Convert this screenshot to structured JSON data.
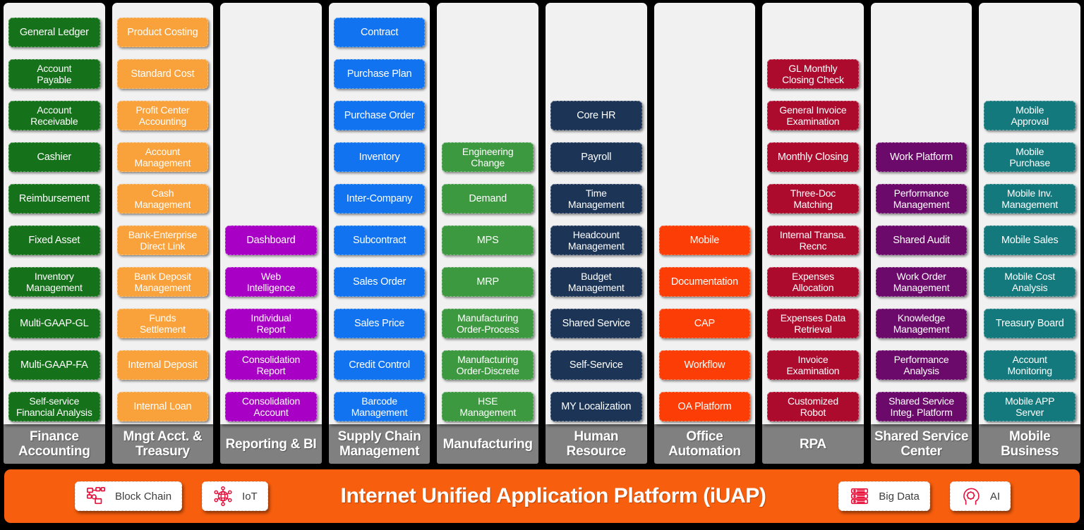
{
  "colors": {
    "finance_green": "#15721a",
    "mngt_orange": "#f9a13a",
    "reporting_purple": "#a800c4",
    "scm_blue": "#1273f0",
    "manufacturing_green": "#3d9940",
    "hr_navy": "#1c3557",
    "oa_red": "#fc3d05",
    "rpa_crimson": "#ad0b2e",
    "ssc_purple": "#6b0a6b",
    "mobile_teal": "#14797c",
    "footer_gray": "#808080",
    "platform_orange": "#f75e0d",
    "icon_red": "#e8113c"
  },
  "columns": [
    {
      "key": "finance-accounting",
      "footer": "Finance\nAccounting",
      "color": "#15721a",
      "items": [
        "General Ledger",
        "Account\nPayable",
        "Account\nReceivable",
        "Cashier",
        "Reimbursement",
        "Fixed Asset",
        "Inventory\nManagement",
        "Multi-GAAP-GL",
        "Multi-GAAP-FA",
        "Self-service\nFinancial Analysis"
      ]
    },
    {
      "key": "mngt-acct-treasury",
      "footer": "Mngt Acct. &\nTreasury",
      "color": "#f9a13a",
      "items": [
        "Product Costing",
        "Standard Cost",
        "Profit Center\nAccounting",
        "Account\nManagement",
        "Cash\nManagement",
        "Bank-Enterprise\nDirect Link",
        "Bank Deposit\nManagement",
        "Funds\nSettlement",
        "Internal Deposit",
        "Internal Loan"
      ]
    },
    {
      "key": "reporting-bi",
      "footer": "Reporting\n& BI",
      "color": "#a800c4",
      "items": [
        "Dashboard",
        "Web\nIntelligence",
        "Individual\nReport",
        "Consolidation\nReport",
        "Consolidation\nAccount"
      ]
    },
    {
      "key": "supply-chain-management",
      "footer": "Supply Chain\nManagement",
      "color": "#1273f0",
      "items": [
        "Contract",
        "Purchase Plan",
        "Purchase Order",
        "Inventory",
        "Inter-Company",
        "Subcontract",
        "Sales Order",
        "Sales Price",
        "Credit Control",
        "Barcode\nManagement"
      ]
    },
    {
      "key": "manufacturing",
      "footer": "Manufacturing",
      "color": "#3d9940",
      "items": [
        "Engineering\nChange",
        "Demand",
        "MPS",
        "MRP",
        "Manufacturing\nOrder-Process",
        "Manufacturing\nOrder-Discrete",
        "HSE\nManagement"
      ]
    },
    {
      "key": "human-resource",
      "footer": "Human\nResource",
      "color": "#1c3557",
      "items": [
        "Core HR",
        "Payroll",
        "Time\nManagement",
        "Headcount\nManagement",
        "Budget\nManagement",
        "Shared Service",
        "Self-Service",
        "MY Localization"
      ]
    },
    {
      "key": "office-automation",
      "footer": "Office\nAutomation",
      "color": "#fc3d05",
      "items": [
        "Mobile",
        "Documentation",
        "CAP",
        "Workflow",
        "OA Platform"
      ]
    },
    {
      "key": "rpa",
      "footer": "RPA",
      "color": "#ad0b2e",
      "items": [
        "GL Monthly\nClosing Check",
        "General Invoice\nExamination",
        "Monthly Closing",
        "Three-Doc\nMatching",
        "Internal Transa.\nRecnc",
        "Expenses\nAllocation",
        "Expenses Data\nRetrieval",
        "Invoice\nExamination",
        "Customized\nRobot"
      ]
    },
    {
      "key": "shared-service-center",
      "footer": "Shared Service\nCenter",
      "color": "#6b0a6b",
      "items": [
        "Work Platform",
        "Performance\nManagement",
        "Shared Audit",
        "Work Order\nManagement",
        "Knowledge\nManagement",
        "Performance\nAnalysis",
        "Shared Service\nInteg. Platform"
      ]
    },
    {
      "key": "mobile-business",
      "footer": "Mobile\nBusiness",
      "color": "#14797c",
      "items": [
        "Mobile\nApproval",
        "Mobile\nPurchase",
        "Mobile Inv.\nManagement",
        "Mobile Sales",
        "Mobile Cost\nAnalysis",
        "Treasury Board",
        "Account\nMonitoring",
        "Mobile APP\nServer"
      ]
    }
  ],
  "platform": {
    "title": "Internet Unified Application Platform (iUAP)",
    "left_pills": [
      {
        "label": "Block Chain",
        "icon": "block-chain-icon"
      },
      {
        "label": "IoT",
        "icon": "iot-icon"
      }
    ],
    "right_pills": [
      {
        "label": "Big Data",
        "icon": "big-data-icon"
      },
      {
        "label": "AI",
        "icon": "ai-icon"
      }
    ]
  }
}
